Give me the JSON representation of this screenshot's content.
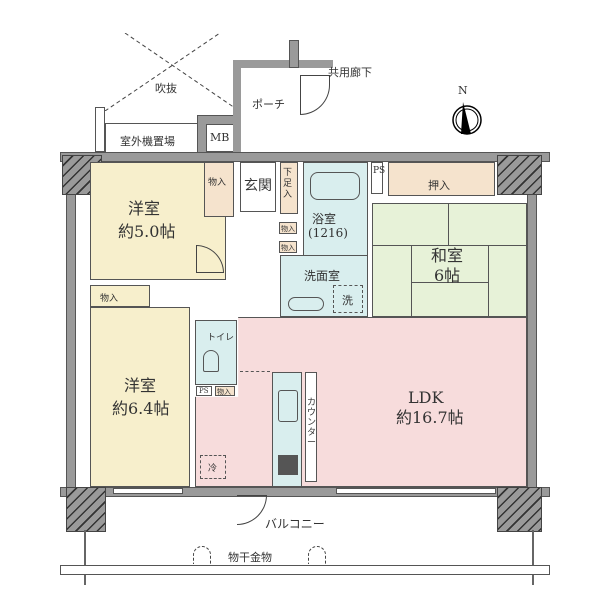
{
  "floorplan": {
    "exterior": {
      "fukinuke": "吹抜",
      "porch": "ポーチ",
      "common_corridor": "共用廊下",
      "outdoor_unit": "室外機置場",
      "mb": "MB",
      "balcony": "バルコニー",
      "drying_hardware": "物干金物"
    },
    "compass": {
      "north": "N"
    },
    "rooms": {
      "western1": {
        "name": "洋室",
        "size": "約5.0帖"
      },
      "western2": {
        "name": "洋室",
        "size": "約6.4帖"
      },
      "japanese": {
        "name": "和室",
        "size": "6帖"
      },
      "ldk": {
        "name": "LDK",
        "size": "約16.7帖"
      },
      "entrance": "玄関",
      "shoe_storage": "下足入",
      "bath": {
        "name": "浴室",
        "size": "(1216)"
      },
      "washroom": "洗面室",
      "washer": "洗",
      "toilet": "トイレ",
      "counter": "カウンター",
      "fridge": "冷",
      "oshiire": "押入",
      "ps": "PS",
      "storage": "物入"
    }
  }
}
